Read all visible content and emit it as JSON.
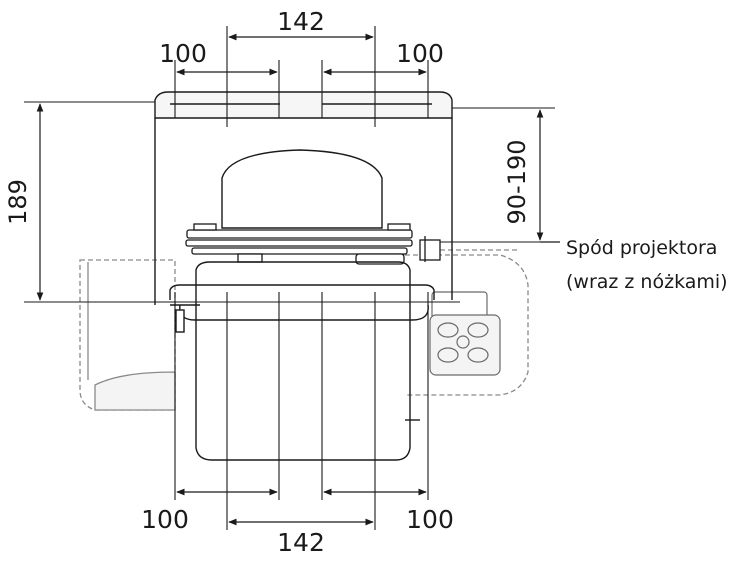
{
  "diagram": {
    "top_dimensions": {
      "center": "142",
      "left": "100",
      "right": "100"
    },
    "bottom_dimensions": {
      "center": "142",
      "left": "100",
      "right": "100"
    },
    "height_dimension": "189",
    "adjustable_range": "90-190",
    "note": {
      "line1": "Spód projektora",
      "line2": "(wraz z nóżkami)"
    },
    "colors": {
      "line": "#1a1a1a",
      "gray_outline": "#8a8a8a",
      "fill_light": "#f4f4f4"
    }
  }
}
